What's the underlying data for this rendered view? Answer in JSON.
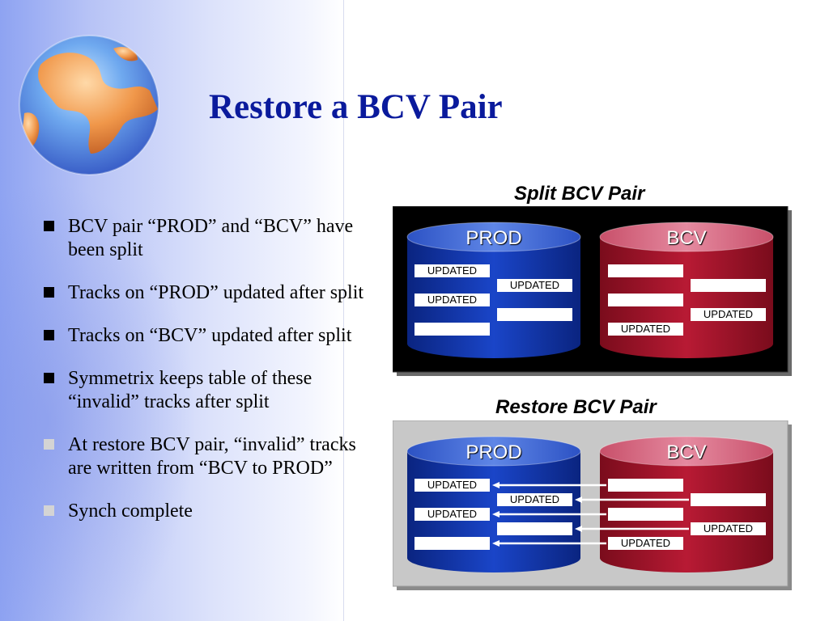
{
  "slide": {
    "title": "Restore a BCV Pair",
    "bullets": [
      {
        "text": "BCV pair “PROD” and “BCV” have been split",
        "marker": "black"
      },
      {
        "text": "Tracks on “PROD” updated after split",
        "marker": "black"
      },
      {
        "text": "Tracks on “BCV” updated after split",
        "marker": "black"
      },
      {
        "text": "Symmetrix keeps table of these “invalid” tracks after split",
        "marker": "black"
      },
      {
        "text": "At restore BCV pair, “invalid” tracks are written from “BCV to PROD”",
        "marker": "gray"
      },
      {
        "text": "Synch complete",
        "marker": "gray"
      }
    ]
  },
  "diagrams": {
    "split": {
      "title": "Split BCV Pair",
      "prod_label": "PROD",
      "bcv_label": "BCV",
      "prod_tracks": [
        "UPDATED",
        "UPDATED",
        "UPDATED",
        "",
        "",
        ""
      ],
      "bcv_tracks": [
        "",
        "",
        "",
        "",
        "UPDATED",
        "UPDATED"
      ]
    },
    "restore": {
      "title": "Restore BCV Pair",
      "prod_label": "PROD",
      "bcv_label": "BCV",
      "prod_tracks": [
        "UPDATED",
        "UPDATED",
        "UPDATED",
        "",
        "",
        ""
      ],
      "bcv_tracks": [
        "",
        "",
        "",
        "",
        "UPDATED",
        "UPDATED"
      ]
    }
  },
  "colors": {
    "title": "#0a1a9c",
    "prod": "#0a2a9a",
    "bcv": "#a8112a",
    "split_panel_bg": "#000000",
    "restore_panel_bg": "#c8c8c8"
  }
}
